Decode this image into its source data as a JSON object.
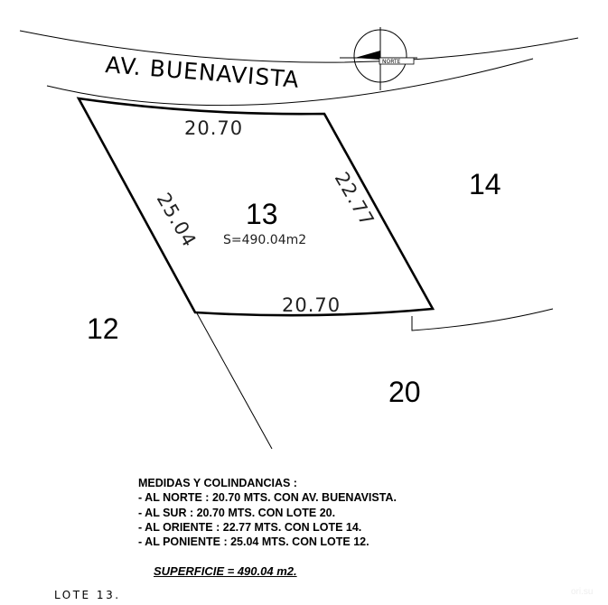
{
  "plan": {
    "street_name": "AV. BUENAVISTA",
    "north_label": "NORTE",
    "lot_number": "13",
    "area_label": "S=490.04m2",
    "dimensions": {
      "north_side": "20.70",
      "south_side": "20.70",
      "east_side": "22.77",
      "west_side": "25.04"
    },
    "neighbors": {
      "east": "14",
      "west": "12",
      "south": "20"
    }
  },
  "notes": {
    "heading": "MEDIDAS Y COLINDANCIAS :",
    "lines": [
      "- AL NORTE : 20.70 MTS. CON AV. BUENAVISTA.",
      "- AL SUR : 20.70 MTS. CON LOTE 20.",
      "- AL ORIENTE : 22.77 MTS. CON LOTE 14.",
      "- AL PONIENTE : 25.04 MTS. CON LOTE 12."
    ]
  },
  "superficie": "SUPERFICIE = 490.04 m2.",
  "lot_caption": "LOTE 13.",
  "watermark": "ori.su"
}
